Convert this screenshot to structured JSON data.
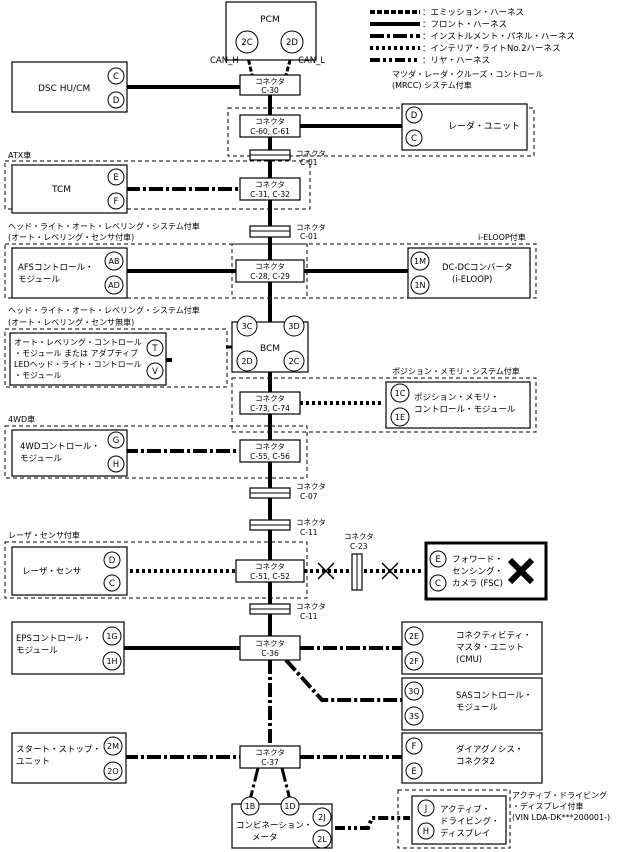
{
  "legend": [
    {
      "label": "：エミッション・ハーネス",
      "style": "emission"
    },
    {
      "label": "：フロント・ハーネス",
      "style": "front"
    },
    {
      "label": "：インストルメント・パネル・ハーネス",
      "style": "instrument"
    },
    {
      "label": "：インテリア・ライトNo.2ハーネス",
      "style": "interior"
    },
    {
      "label": "：リヤ・ハーネス",
      "style": "rear"
    }
  ],
  "modules": {
    "pcm": "PCM",
    "dsc": "DSC HU/CM",
    "radar": "レーダ・ユニット",
    "tcm": "TCM",
    "afs_1": "AFSコントロール・",
    "afs_2": "モジュール",
    "dcdc_1": "DC-DCコンバータ",
    "dcdc_2": "(i-ELOOP)",
    "bcm": "BCM",
    "auto_lvl_1": "オート・レベリング・コントロール",
    "auto_lvl_2": "・モジュール または アダプティブ",
    "auto_lvl_3": "LEDヘッド・ライト・コントロール",
    "auto_lvl_4": "・モジュール",
    "posmem_1": "ポジション・メモリ・",
    "posmem_2": "コントロール・モジュール",
    "awd_1": "4WDコントロール・",
    "awd_2": "モジュール",
    "laser": "レーザ・センサ",
    "fsc_1": "フォワード・",
    "fsc_2": "センシング・",
    "fsc_3": "カメラ (FSC)",
    "eps_1": "EPSコントロール・",
    "eps_2": "モジュール",
    "cmu_1": "コネクティビティ・",
    "cmu_2": "マスタ・ユニット",
    "cmu_3": "(CMU)",
    "sas_1": "SASコントロール・",
    "sas_2": "モジュール",
    "ss_1": "スタート・ストップ・",
    "ss_2": "ユニット",
    "diag_1": "ダイアグノシス・",
    "diag_2": "コネクタ2",
    "combi_1": "コンビネーション・",
    "combi_2": "メータ",
    "add_1": "アクティブ・",
    "add_2": "ドライビング・",
    "add_3": "ディスプレイ"
  },
  "conditions": {
    "mrcc_1": "マツダ・レーダ・クルーズ・コントロール",
    "mrcc_2": "(MRCC) システム付車",
    "atx": "ATX車",
    "hl_sensor_1": "ヘッド・ライト・オート・レベリング・システム付車",
    "hl_sensor_2": "(オート・レベリング・センサ付車)",
    "ieloop": "i-ELOOP付車",
    "hl_nosensor_1": "ヘッド・ライト・オート・レベリング・システム付車",
    "hl_nosensor_2": "(オート・レベリング・センサ無車)",
    "posmem": "ポジション・メモリ・システム付車",
    "awd": "4WD車",
    "laser": "レーザ・センサ付車",
    "add_1": "アクティブ・ドライビング",
    "add_2": "・ディスプレイ付車",
    "add_3": "(VIN LDA-DK***200001-)"
  },
  "can": {
    "h": "CAN_H",
    "l": "CAN_L"
  },
  "connector_word": "コネクタ",
  "connectors": {
    "c30": "C-30",
    "c60": "C-60, C-61",
    "c01a": "C-01",
    "c31": "C-31, C-32",
    "c01b": "C-01",
    "c28": "C-28, C-29",
    "c73": "C-73, C-74",
    "c55": "C-55, C-56",
    "c07": "C-07",
    "c11a": "C-11",
    "c23": "C-23",
    "c51": "C-51, C-52",
    "c11b": "C-11",
    "c36": "C-36",
    "c37": "C-37"
  },
  "pins": {
    "pcm_l": "2C",
    "pcm_r": "2D",
    "dsc_1": "C",
    "dsc_2": "D",
    "radar_1": "D",
    "radar_2": "C",
    "tcm_1": "E",
    "tcm_2": "F",
    "afs_1": "AB",
    "afs_2": "AD",
    "dcdc_1": "1M",
    "dcdc_2": "1N",
    "bcm_tl": "3C",
    "bcm_tr": "3D",
    "bcm_bl": "2D",
    "bcm_br": "2C",
    "auto_1": "T",
    "auto_2": "V",
    "posmem_1": "1C",
    "posmem_2": "1E",
    "awd_1": "G",
    "awd_2": "H",
    "laser_1": "D",
    "laser_2": "C",
    "fsc_1": "E",
    "fsc_2": "C",
    "eps_1": "1G",
    "eps_2": "1H",
    "cmu_1": "2E",
    "cmu_2": "2F",
    "sas_1": "3Q",
    "sas_2": "3S",
    "ss_1": "2M",
    "ss_2": "2O",
    "diag_1": "F",
    "diag_2": "E",
    "combi_1": "1B",
    "combi_2": "1D",
    "combi_3": "2J",
    "combi_4": "2L",
    "add_1": "J",
    "add_2": "H"
  }
}
